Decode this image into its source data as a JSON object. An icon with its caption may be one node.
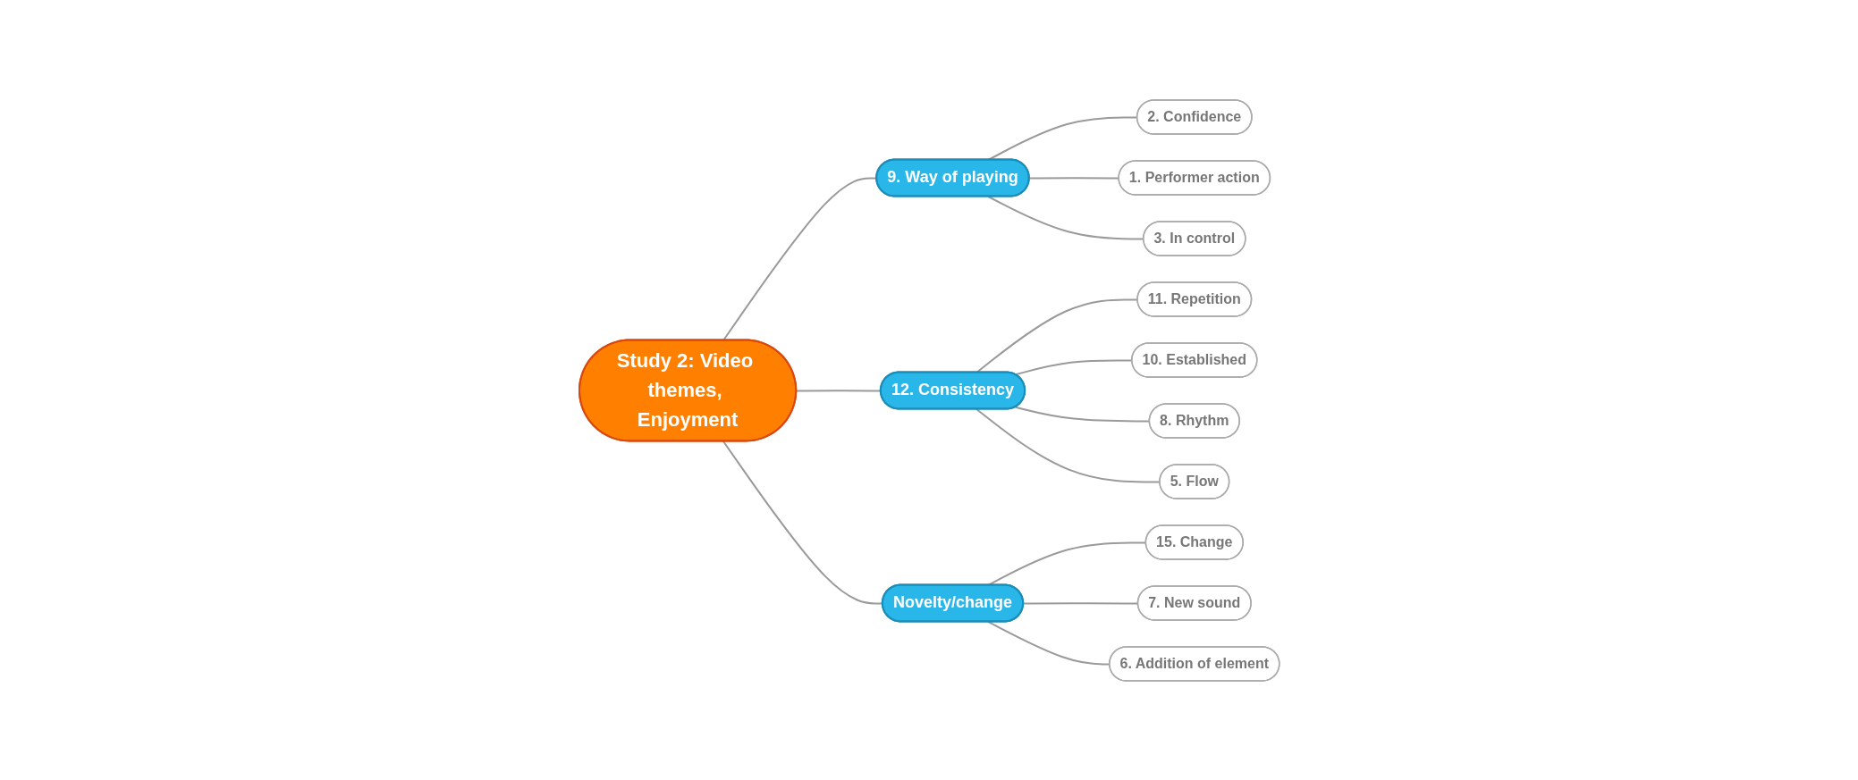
{
  "diagram": {
    "nodes": [
      {
        "text": [
          "Study 2: Video themes, Enjoyment"
        ]
      },
      {
        "text": [
          "9. Way of playing"
        ]
      },
      {
        "text": [
          "2. Confidence"
        ]
      },
      {
        "text": [
          "1. Performer action"
        ]
      },
      {
        "text": [
          "3. In control"
        ]
      },
      {
        "text": [
          "12. Consistency"
        ]
      },
      {
        "text": [
          "11. Repetition"
        ]
      },
      {
        "text": [
          "10. Established"
        ]
      },
      {
        "text": [
          "8. Rhythm"
        ]
      },
      {
        "text": [
          "5. Flow"
        ]
      },
      {
        "text": [
          "Novelty/change"
        ]
      },
      {
        "text": [
          "15. Change"
        ]
      },
      {
        "text": [
          "7. New sound"
        ]
      },
      {
        "text": [
          "6. Addition of element"
        ]
      }
    ],
    "edges": [
      {
        "from": 0,
        "to": 1,
        "arrow": "none"
      },
      {
        "from": 1,
        "to": 2,
        "arrow": "none"
      },
      {
        "from": 1,
        "to": 3,
        "arrow": "none"
      },
      {
        "from": 1,
        "to": 4,
        "arrow": "none"
      },
      {
        "from": 0,
        "to": 5,
        "arrow": "none"
      },
      {
        "from": 5,
        "to": 6,
        "arrow": "none"
      },
      {
        "from": 5,
        "to": 7,
        "arrow": "none"
      },
      {
        "from": 5,
        "to": 8,
        "arrow": "none"
      },
      {
        "from": 5,
        "to": 9,
        "arrow": "none"
      },
      {
        "from": 0,
        "to": 10,
        "arrow": "none"
      },
      {
        "from": 10,
        "to": 11,
        "arrow": "none"
      },
      {
        "from": 10,
        "to": 12,
        "arrow": "none"
      },
      {
        "from": 10,
        "to": 13,
        "arrow": "none"
      }
    ]
  }
}
